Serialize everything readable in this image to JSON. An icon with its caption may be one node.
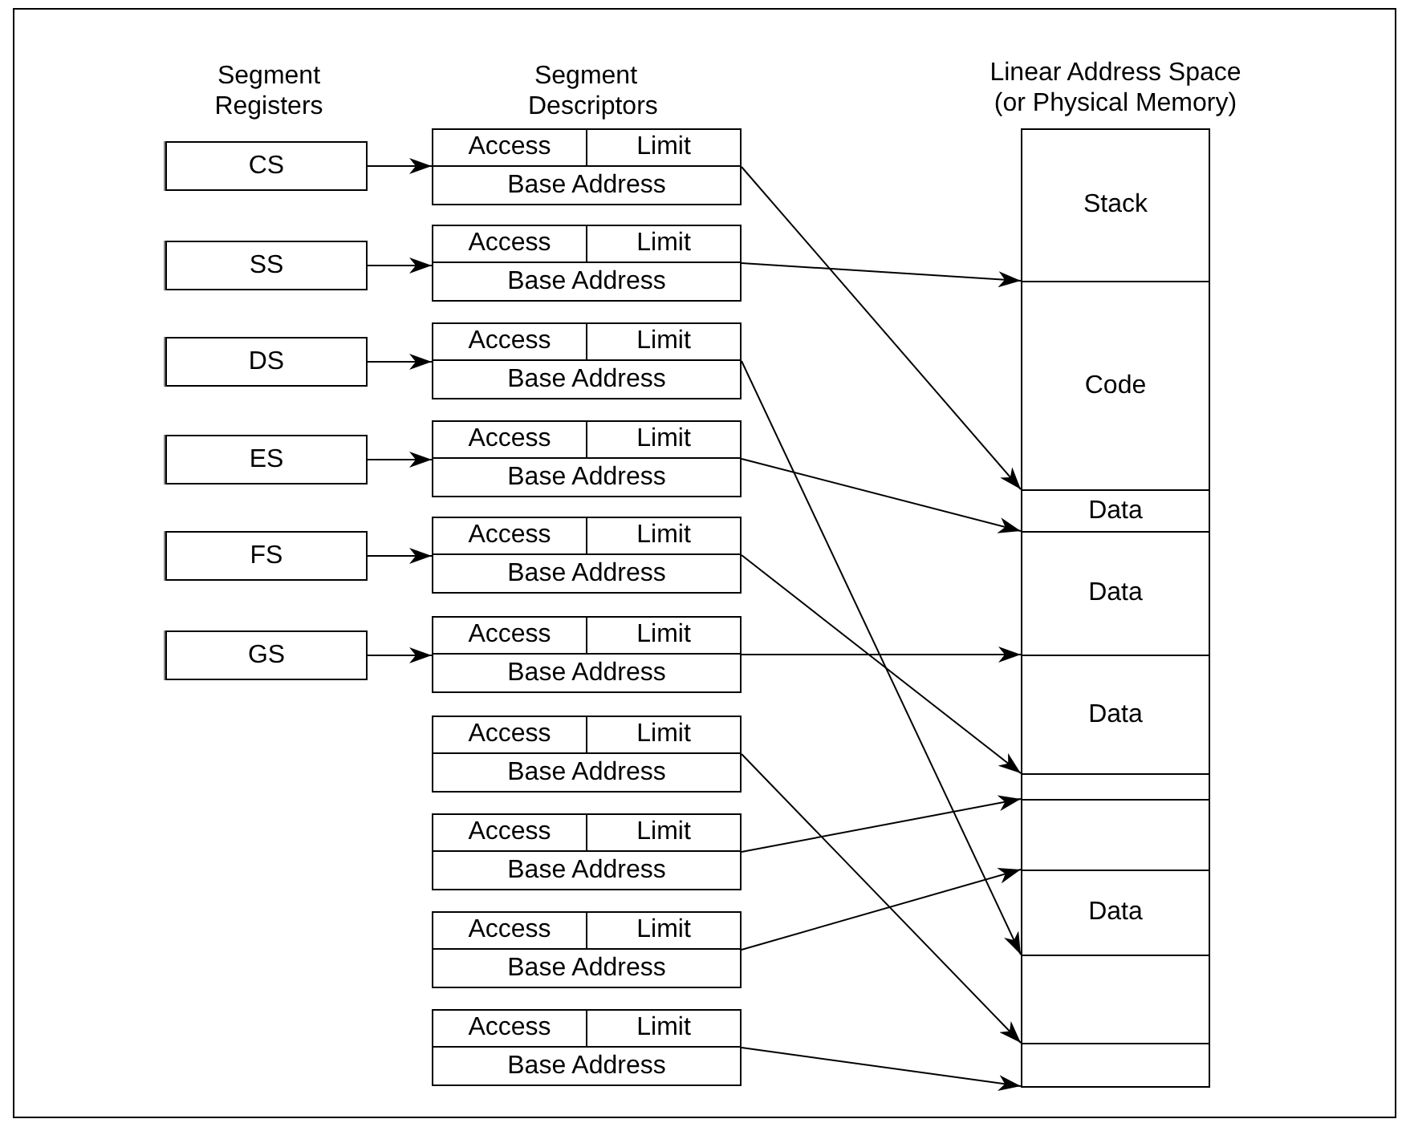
{
  "diagram": {
    "nodes": [
      {
        "text": [
          "CS"
        ]
      },
      {
        "text": [
          "SS"
        ]
      },
      {
        "text": [
          "DS"
        ]
      },
      {
        "text": [
          "ES"
        ]
      },
      {
        "text": [
          "FS"
        ]
      },
      {
        "text": [
          "GS"
        ]
      },
      {
        "text": [
          "Access",
          "Limit",
          "Base Address"
        ]
      },
      {
        "text": [
          "Access",
          "Limit",
          "Base Address"
        ]
      },
      {
        "text": [
          "Access",
          "Limit",
          "Base Address"
        ]
      },
      {
        "text": [
          "Access",
          "Limit",
          "Base Address"
        ]
      },
      {
        "text": [
          "Access",
          "Limit",
          "Base Address"
        ]
      },
      {
        "text": [
          "Access",
          "Limit",
          "Base Address"
        ]
      },
      {
        "text": [
          "Access",
          "Limit",
          "Base Address"
        ]
      },
      {
        "text": [
          "Access",
          "Limit",
          "Base Address"
        ]
      },
      {
        "text": [
          "Access",
          "Limit",
          "Base Address"
        ]
      },
      {
        "text": [
          "Access",
          "Limit",
          "Base Address"
        ]
      },
      {
        "text": [
          "Linear Address Space (or Physical Memory)"
        ]
      },
      {
        "text": [
          "Stack"
        ],
        "in": 16
      },
      {
        "text": [
          "Code"
        ],
        "in": 16
      },
      {
        "text": [
          "Data"
        ],
        "in": 16
      },
      {
        "text": [
          "Data"
        ],
        "in": 16
      },
      {
        "text": [
          "Data"
        ],
        "in": 16
      },
      {
        "text": [],
        "shape": "box",
        "in": 16
      },
      {
        "text": [],
        "shape": "box",
        "in": 16
      },
      {
        "text": [
          "Data"
        ],
        "in": 16
      },
      {
        "text": [],
        "shape": "box",
        "in": 16
      },
      {
        "text": [],
        "shape": "box",
        "in": 16
      }
    ],
    "edges": [
      {
        "from": 0,
        "to": 6,
        "arrow": "to"
      },
      {
        "from": 1,
        "to": 7,
        "arrow": "to"
      },
      {
        "from": 2,
        "to": 8,
        "arrow": "to"
      },
      {
        "from": 3,
        "to": 9,
        "arrow": "to"
      },
      {
        "from": 4,
        "to": 10,
        "arrow": "to"
      },
      {
        "from": 5,
        "to": 11,
        "arrow": "to"
      },
      {
        "from": 6,
        "to": 19,
        "arrow": "to"
      },
      {
        "from": 7,
        "to": 18,
        "arrow": "to"
      },
      {
        "from": 8,
        "to": 25,
        "arrow": "to"
      },
      {
        "from": 9,
        "to": 20,
        "arrow": "to"
      },
      {
        "from": 10,
        "to": 22,
        "arrow": "to"
      },
      {
        "from": 11,
        "to": 21,
        "arrow": "to"
      },
      {
        "from": 12,
        "to": 26,
        "arrow": "to"
      },
      {
        "from": 13,
        "to": 23,
        "arrow": "to"
      },
      {
        "from": 14,
        "to": 24,
        "arrow": "to"
      },
      {
        "from": 15,
        "to": 26,
        "arrow": "to"
      }
    ],
    "labels": [
      "Segment Registers",
      "Segment Descriptors"
    ]
  }
}
